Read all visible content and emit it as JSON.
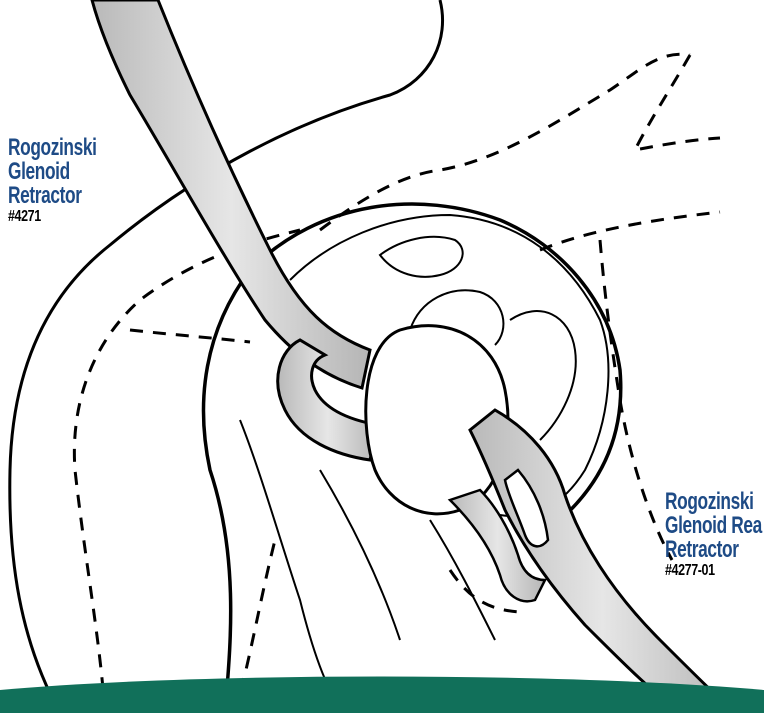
{
  "labels": {
    "left": {
      "line1": "Rogozinski",
      "line2": "Glenoid",
      "line3": "Retractor",
      "code": "#4271"
    },
    "right": {
      "line1": "Rogozinski",
      "line2": "Glenoid Rea",
      "line3": "Retractor",
      "code": "#4277-01"
    }
  },
  "colors": {
    "label_blue": "#1e4b86",
    "band_green": "#11705a",
    "retractor_gray": "#c8c8c8",
    "outline": "#000000"
  }
}
